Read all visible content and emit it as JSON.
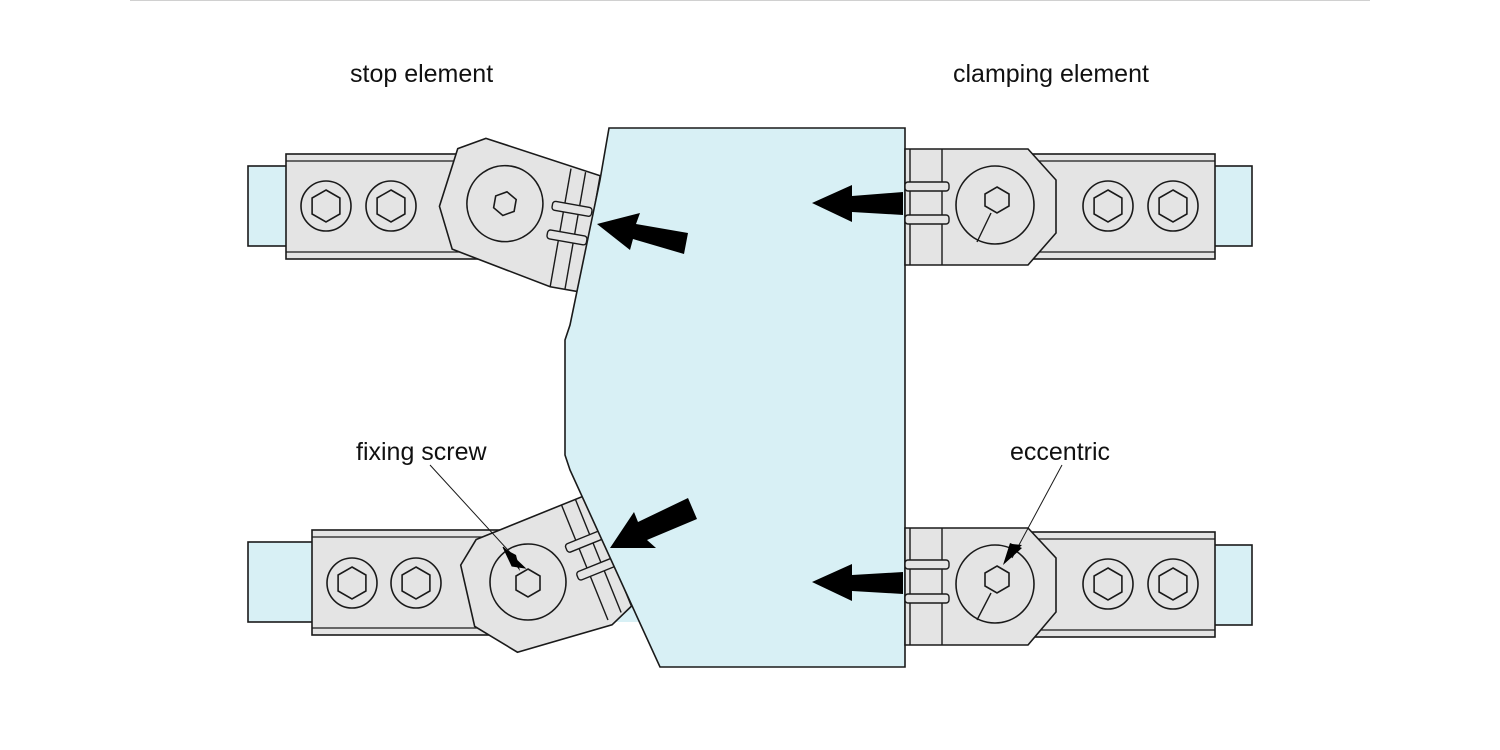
{
  "labels": {
    "stop_element": "stop element",
    "clamping_element": "clamping element",
    "fixing_screw": "fixing screw",
    "eccentric": "eccentric"
  },
  "colors": {
    "workpiece_fill": "#d8f0f5",
    "metal_fill": "#e4e4e4",
    "outline": "#1a1a1a",
    "arrow": "#000000"
  },
  "icons": {
    "screw_head": "hexagon-socket-icon",
    "force_arrow": "arrow-icon"
  }
}
